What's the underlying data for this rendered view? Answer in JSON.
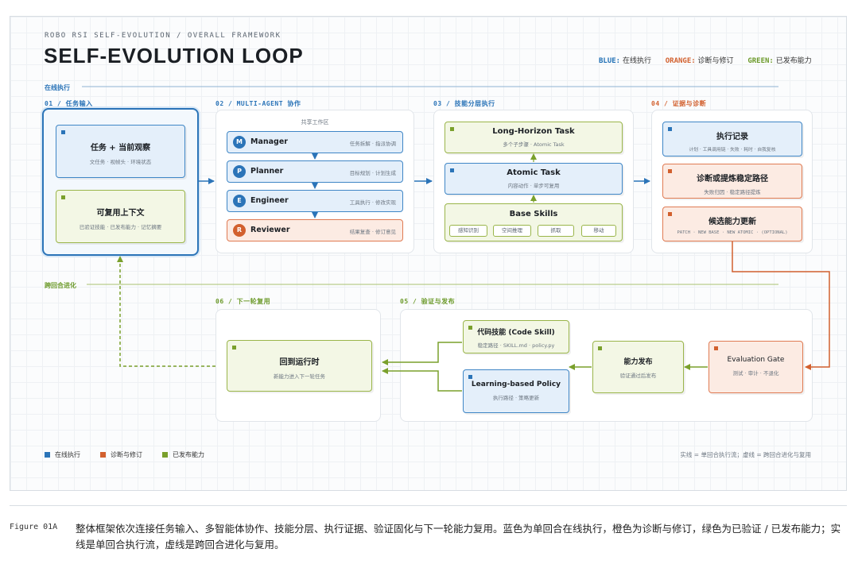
{
  "header": {
    "eyebrow": "ROBO RSI SELF-EVOLUTION / OVERALL FRAMEWORK",
    "title": "SELF-EVOLUTION LOOP",
    "legend_blue_key": "BLUE:",
    "legend_blue_text": "在线执行",
    "legend_orange_key": "ORANGE:",
    "legend_orange_text": "诊断与修订",
    "legend_green_key": "GREEN:",
    "legend_green_text": "已发布能力"
  },
  "colors": {
    "blue": "#2b74b8",
    "orange": "#d2602e",
    "green": "#7aa02c"
  },
  "sections": {
    "online": "在线执行",
    "cross_round": "跨回合进化"
  },
  "stages": {
    "s01": {
      "label": "01 / 任务输入",
      "card1_title": "任务 + 当前观察",
      "card1_sub": "文任务 · 视帧头 · 环境状态",
      "card2_title": "可复用上下文",
      "card2_sub": "已验证技能 · 已发布能力 · 记忆摘要"
    },
    "s02": {
      "label": "02 / MULTI-AGENT 协作",
      "workspace": "共享工作区",
      "agents": [
        {
          "initial": "M",
          "name": "Manager",
          "desc": "任务拆解 · 指派协调"
        },
        {
          "initial": "P",
          "name": "Planner",
          "desc": "目标规划 · 计划生成"
        },
        {
          "initial": "E",
          "name": "Engineer",
          "desc": "工具执行 · 修改实现"
        },
        {
          "initial": "R",
          "name": "Reviewer",
          "desc": "结果复查 · 修订意见"
        }
      ]
    },
    "s03": {
      "label": "03 / 技能分层执行",
      "long_title": "Long-Horizon Task",
      "long_sub": "多个子步骤 · Atomic Task",
      "atomic_title": "Atomic Task",
      "atomic_sub": "内容动作 · 单步可复用",
      "base_title": "Base Skills",
      "chips": [
        "感知识别",
        "空间推理",
        "抓取",
        "移动"
      ]
    },
    "s04": {
      "label": "04 / 证据与诊断",
      "log_title": "执行记录",
      "log_sub": "计划 · 工具调用链 · 失败 · 耗时 · 自我复核",
      "diag_title": "诊断或提炼稳定路径",
      "diag_sub": "失败归因 · 稳定路径提炼",
      "update_title": "候选能力更新",
      "update_sub": "PATCH · NEW BASE · NEW ATOMIC · (OPTIONAL)"
    },
    "s05": {
      "label": "05 / 验证与发布",
      "gate_title": "Evaluation Gate",
      "gate_sub": "测试 · 审计 · 不退化",
      "publish_title": "能力发布",
      "publish_sub": "验证通过后发布",
      "code_title": "代码技能 (Code Skill)",
      "code_sub": "稳定路径 · SKILL.md · policy.py",
      "policy_title": "Learning-based Policy",
      "policy_sub": "执行路径 · 策略更新"
    },
    "s06": {
      "label": "06 / 下一轮复用",
      "next_title": "回到运行时",
      "next_sub": "新能力进入下一轮任务"
    }
  },
  "bottom_legend": {
    "blue": "在线执行",
    "orange": "诊断与修订",
    "green": "已发布能力",
    "note": "实线 = 单回合执行流；虚线 = 跨回合进化与复用"
  },
  "caption": {
    "figure_id": "Figure 01A",
    "text": "整体框架依次连接任务输入、多智能体协作、技能分层、执行证据、验证固化与下一轮能力复用。蓝色为单回合在线执行，橙色为诊断与修订，绿色为已验证 / 已发布能力；实线是单回合执行流，虚线是跨回合进化与复用。"
  }
}
